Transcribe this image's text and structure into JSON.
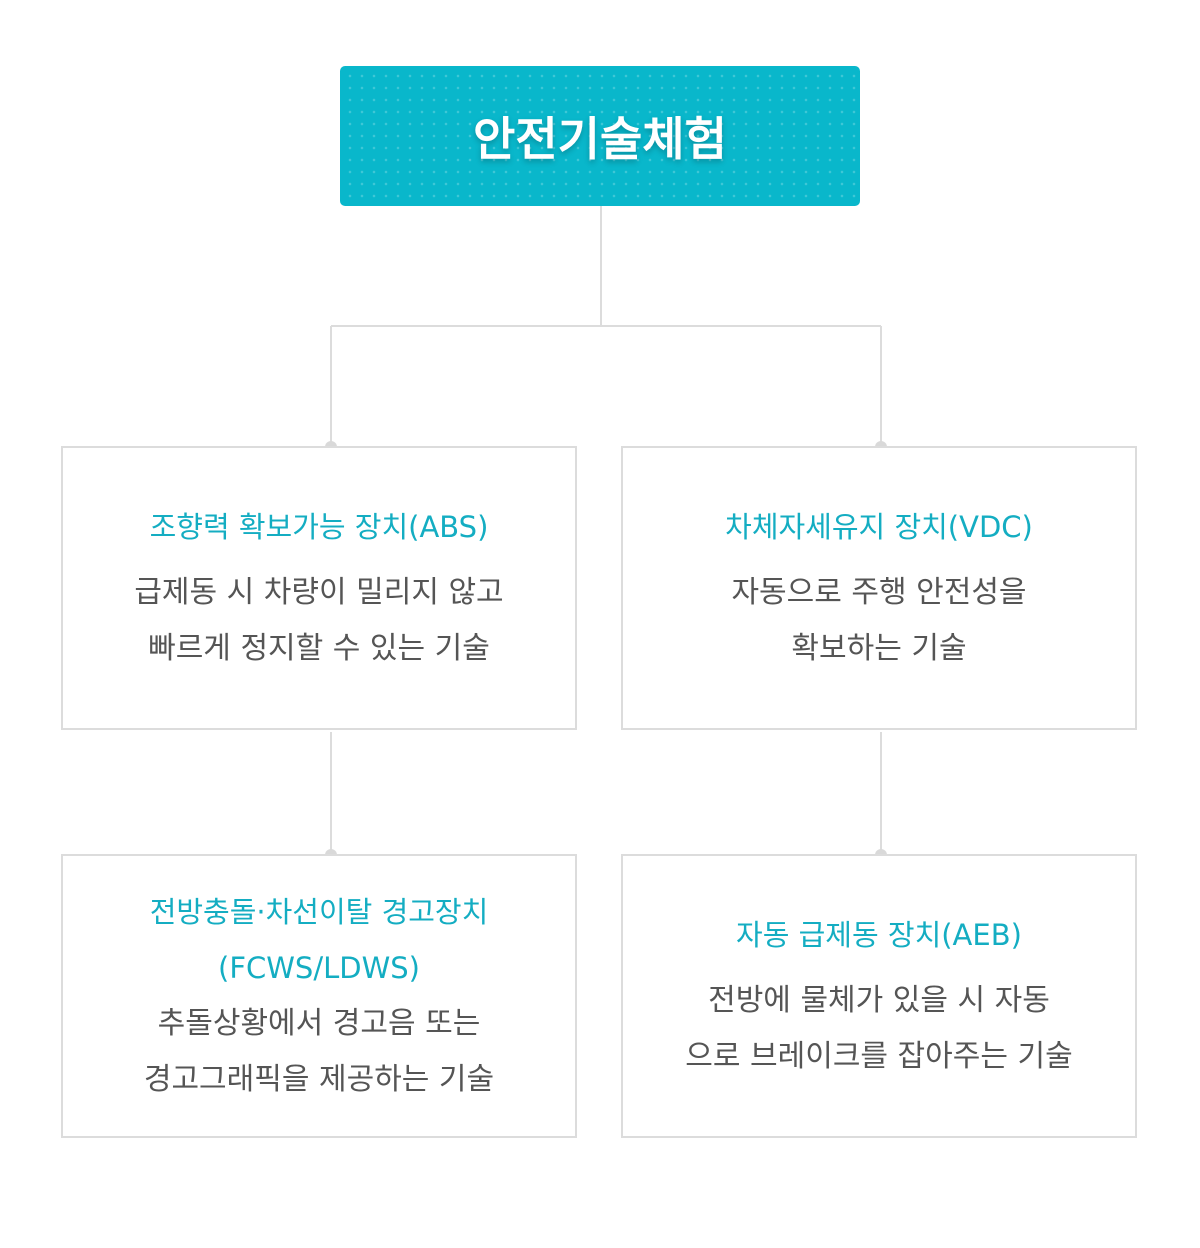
{
  "root": {
    "title": "안전기술체험"
  },
  "nodes": [
    {
      "title_lines": [
        "조향력 확보가능 장치(ABS)"
      ],
      "desc_lines": [
        "급제동 시 차량이 밀리지 않고",
        "빠르게 정지할 수 있는 기술"
      ]
    },
    {
      "title_lines": [
        "차체자세유지 장치(VDC)"
      ],
      "desc_lines": [
        "자동으로 주행 안전성을",
        "확보하는 기술"
      ]
    },
    {
      "title_lines": [
        "전방충돌·차선이탈 경고장치",
        "(FCWS/LDWS)"
      ],
      "desc_lines": [
        "추돌상황에서 경고음 또는",
        "경고그래픽을 제공하는 기술"
      ]
    },
    {
      "title_lines": [
        "자동 급제동 장치(AEB)"
      ],
      "desc_lines": [
        "전방에 물체가 있을 시 자동",
        "으로 브레이크를 잡아주는 기술"
      ]
    }
  ],
  "colors": {
    "accent": "#09b7cb",
    "title_text": "#14adc2",
    "body_text": "#555555",
    "line": "#dcdcdc"
  }
}
